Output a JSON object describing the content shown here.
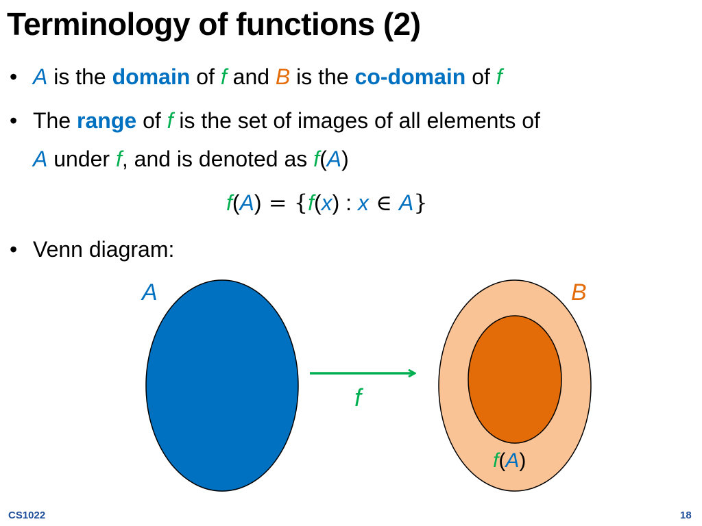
{
  "slide": {
    "title": "Terminology of functions (2)",
    "footer_left": "CS1022",
    "page_number": "18"
  },
  "bullets": {
    "b1": {
      "A": "A",
      "t1": " is the ",
      "domain": "domain",
      "t2": " of ",
      "f1": "f",
      "t3": " and ",
      "B": "B",
      "t4": " is the ",
      "codomain": "co-domain",
      "t5": " of ",
      "f2": "f"
    },
    "b2": {
      "t1": "The ",
      "range": "range",
      "t2": " of ",
      "f1": "f",
      "t3": " is the set of images of all elements of",
      "A1": "A",
      "t4": " under ",
      "f2": "f",
      "t5": ", and is denoted as ",
      "f3": "f",
      "p1": "(",
      "A2": "A",
      "p2": ")"
    },
    "b3": {
      "text": "Venn diagram:"
    }
  },
  "formula": {
    "f1": "f",
    "p1": "(",
    "A1": "A",
    "p2": ")",
    "eq": " = ",
    "lb": "{",
    "f2": "f",
    "p3": "(",
    "x1": "x",
    "p4": ")",
    "colon": " : ",
    "x2": "x",
    "in": " ∈ ",
    "A2": "A",
    "rb": "}"
  },
  "venn": {
    "set_a_label": "A",
    "set_b_label": "B",
    "arrow_label": "f",
    "image_f": "f",
    "image_p1": "(",
    "image_A": "A",
    "image_p2": ")"
  },
  "colors": {
    "blue": "#0070C0",
    "green": "#00B050",
    "orange": "#E36C09",
    "light_orange": "#F9C396"
  }
}
